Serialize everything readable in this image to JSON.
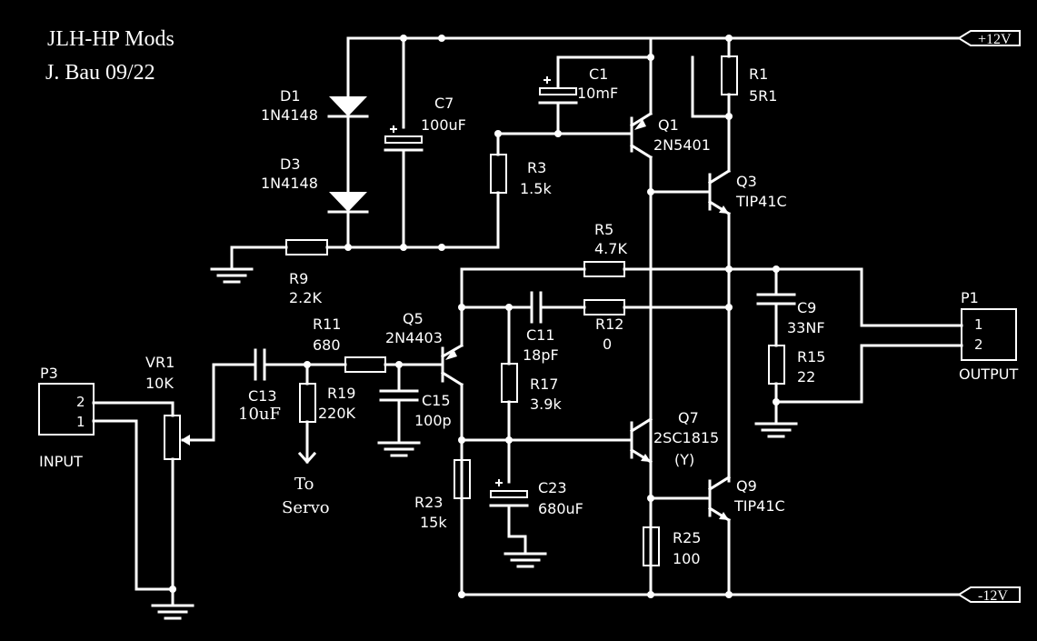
{
  "title": "JLH-HP Mods",
  "author_date": "J. Bau 09/22",
  "rails": {
    "pos": "+12V",
    "neg": "-12V"
  },
  "components": {
    "D1": {
      "ref": "D1",
      "value": "1N4148"
    },
    "D3": {
      "ref": "D3",
      "value": "1N4148"
    },
    "C7": {
      "ref": "C7",
      "value": "100uF"
    },
    "C1": {
      "ref": "C1",
      "value": "10mF"
    },
    "Q1": {
      "ref": "Q1",
      "value": "2N5401"
    },
    "R1": {
      "ref": "R1",
      "value": "5R1"
    },
    "R3": {
      "ref": "R3",
      "value": "1.5k"
    },
    "Q3": {
      "ref": "Q3",
      "value": "TIP41C"
    },
    "R9": {
      "ref": "R9",
      "value": "2.2K"
    },
    "R5": {
      "ref": "R5",
      "value": "4.7K"
    },
    "C11": {
      "ref": "C11",
      "value": "18pF"
    },
    "R12": {
      "ref": "R12",
      "value": "0"
    },
    "C9": {
      "ref": "C9",
      "value": "33NF"
    },
    "R15": {
      "ref": "R15",
      "value": "22"
    },
    "Q5": {
      "ref": "Q5",
      "value": "2N4403"
    },
    "R11": {
      "ref": "R11",
      "value": "680"
    },
    "VR1": {
      "ref": "VR1",
      "value": "10K"
    },
    "C13": {
      "ref": "C13",
      "value": "10uF"
    },
    "R19": {
      "ref": "R19",
      "value": "220K"
    },
    "C15": {
      "ref": "C15",
      "value": "100p"
    },
    "R17": {
      "ref": "R17",
      "value": "3.9k"
    },
    "Q7": {
      "ref": "Q7",
      "value": "2SC1815",
      "grade": "(Y)"
    },
    "Q9": {
      "ref": "Q9",
      "value": "TIP41C"
    },
    "R23": {
      "ref": "R23",
      "value": "15k"
    },
    "C23": {
      "ref": "C23",
      "value": "680uF"
    },
    "R25": {
      "ref": "R25",
      "value": "100"
    }
  },
  "connectors": {
    "P3": {
      "ref": "P3",
      "name": "INPUT",
      "pins": [
        "2",
        "1"
      ]
    },
    "P1": {
      "ref": "P1",
      "name": "OUTPUT",
      "pins": [
        "1",
        "2"
      ]
    }
  },
  "servo": {
    "line1": "To",
    "line2": "Servo"
  }
}
